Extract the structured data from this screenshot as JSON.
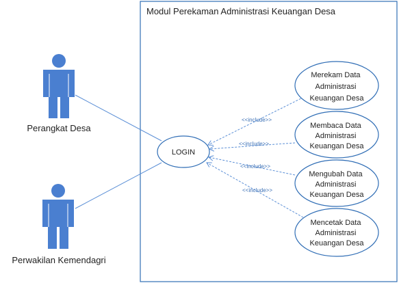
{
  "system": {
    "title": "Modul Perekaman Administrasi Keuangan Desa"
  },
  "actors": [
    {
      "label": "Perangkat Desa"
    },
    {
      "label": "Perwakilan Kemendagri"
    }
  ],
  "central_use_case": {
    "label": "LOGIN"
  },
  "use_cases": [
    {
      "lines": [
        "Merekam Data",
        "Administrasi",
        "Keuangan Desa"
      ]
    },
    {
      "lines": [
        "Membaca Data",
        "Administrasi",
        "Keuangan Desa"
      ]
    },
    {
      "lines": [
        "Mengubah Data",
        "Administrasi",
        "Keuangan Desa"
      ]
    },
    {
      "lines": [
        "Mencetak Data",
        "Administrasi",
        "Keuangan Desa"
      ]
    }
  ],
  "relation_label": "<<include>>",
  "colors": {
    "border": "#2f6db5",
    "actor_fill": "#4a7fd0",
    "line": "#5b8fd6"
  }
}
